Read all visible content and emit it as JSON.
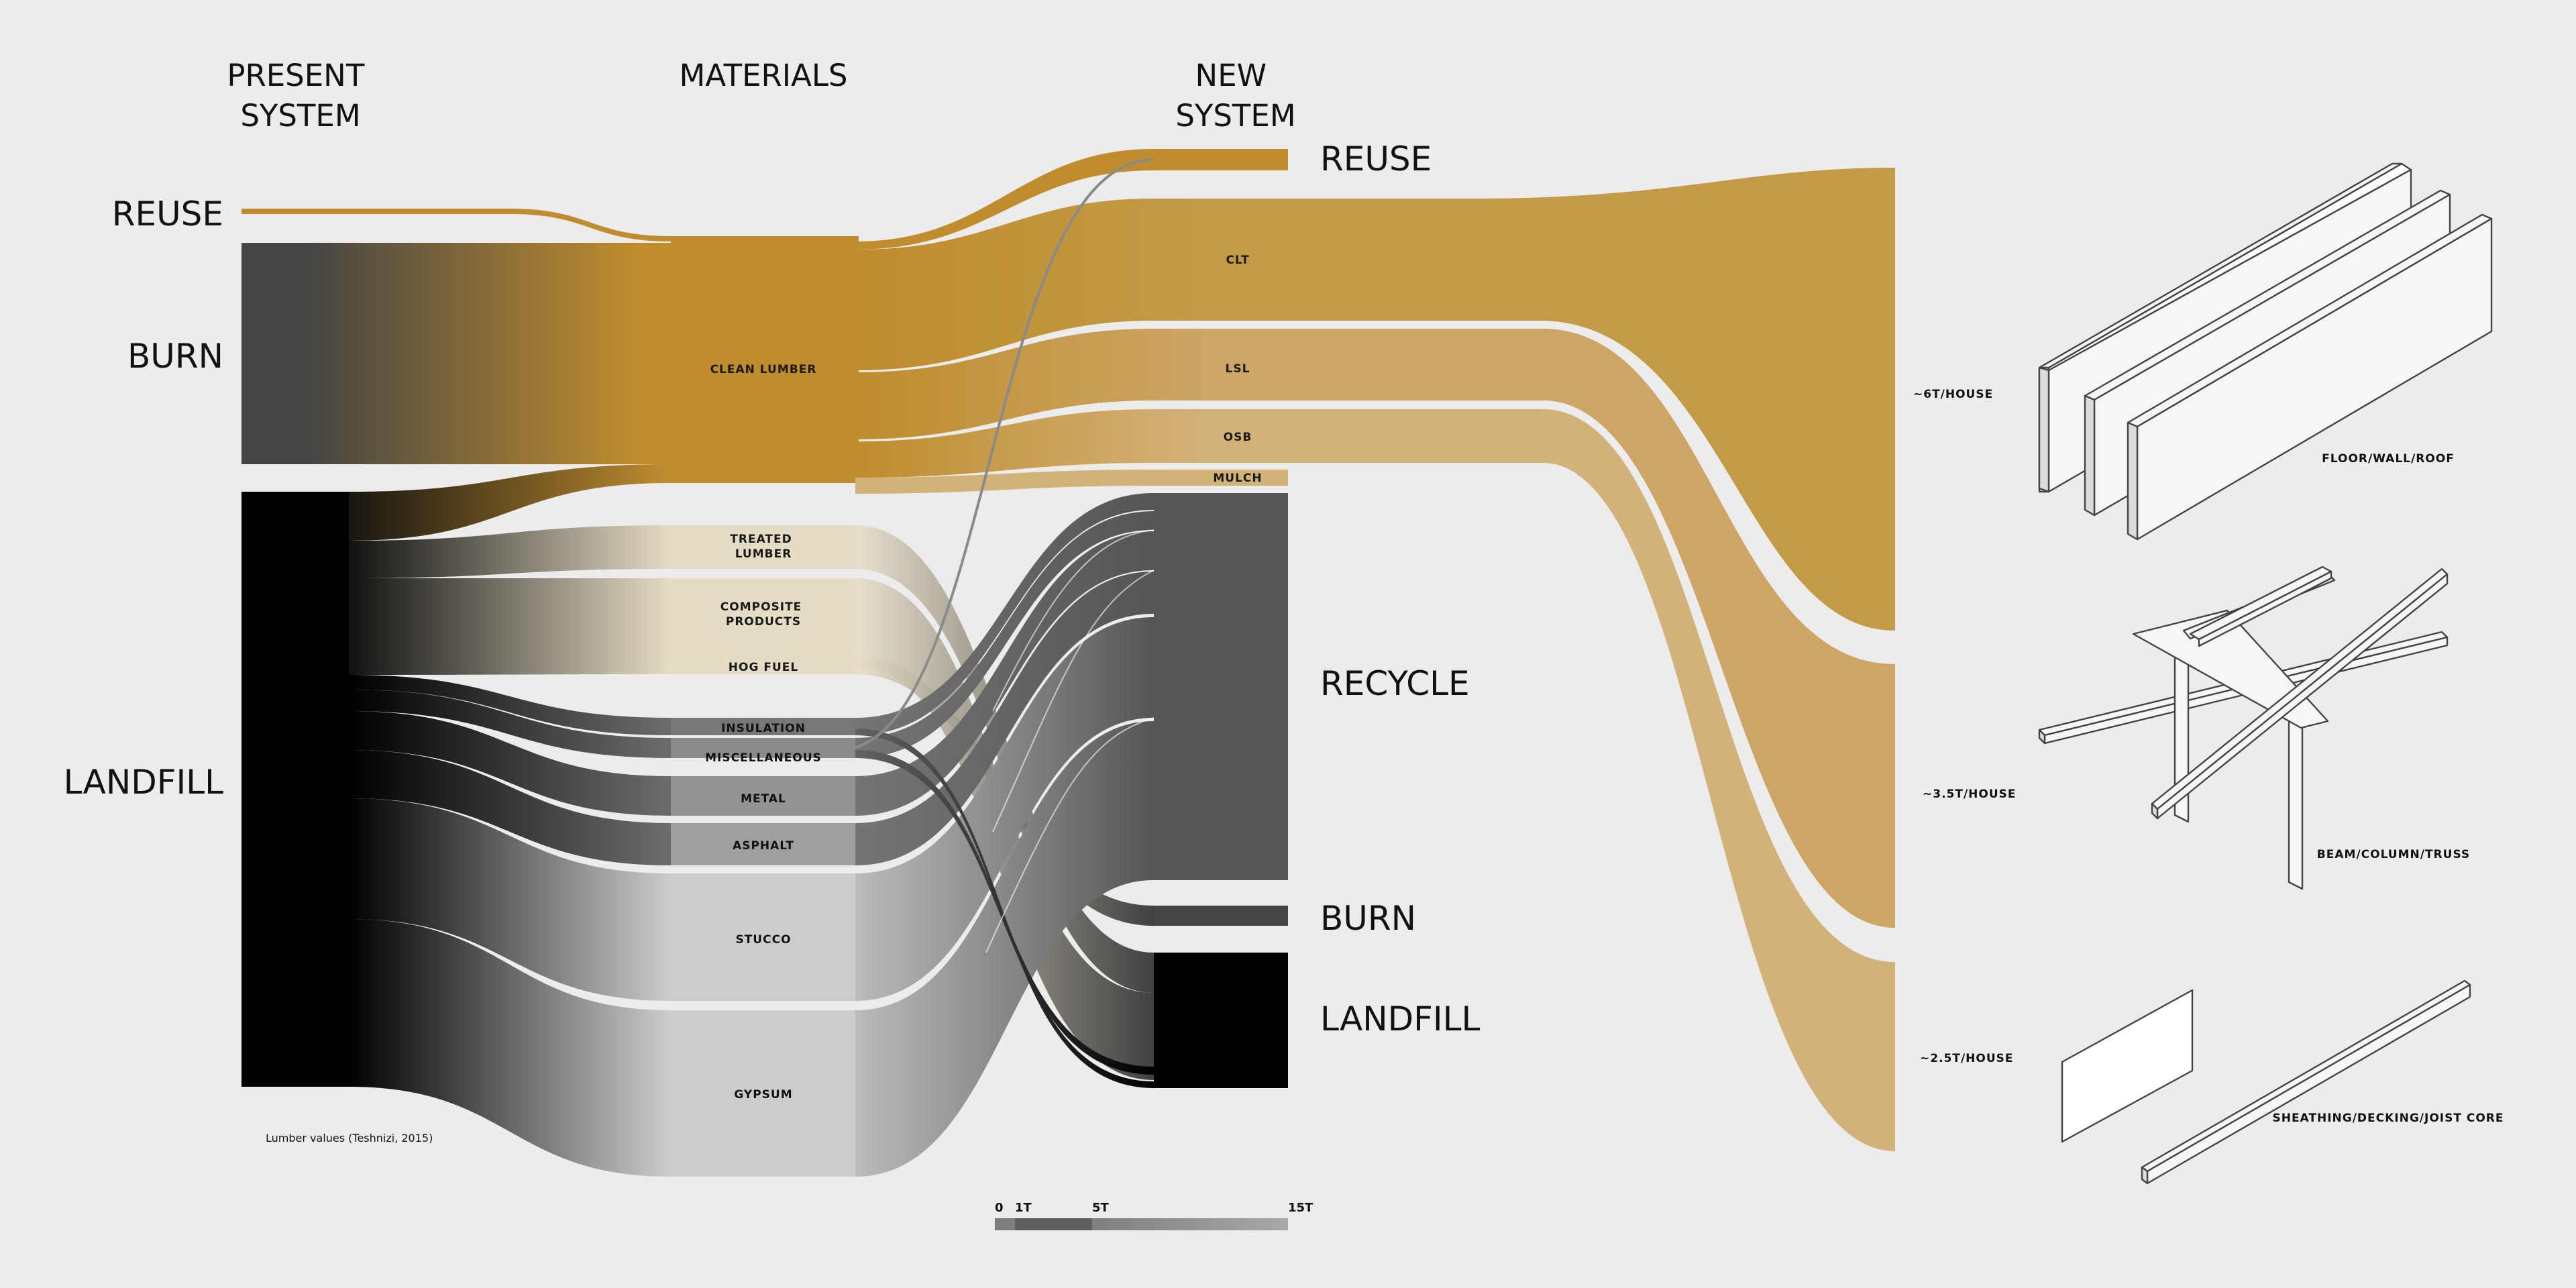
{
  "headers": {
    "present": [
      "PRESENT",
      "SYSTEM"
    ],
    "materials": [
      "MATERIALS"
    ],
    "new": [
      "NEW",
      "SYSTEM"
    ]
  },
  "left_categories": {
    "reuse": "REUSE",
    "burn": "BURN",
    "landfill": "LANDFILL"
  },
  "materials": {
    "clean_lumber": "CLEAN LUMBER",
    "treated_lumber": [
      "TREATED",
      "LUMBER"
    ],
    "composite_products": [
      "COMPOSITE",
      "PRODUCTS"
    ],
    "hog_fuel": "HOG FUEL",
    "insulation": "INSULATION",
    "miscellaneous": "MISCELLANEOUS",
    "metal": "METAL",
    "asphalt": "ASPHALT",
    "stucco": "STUCCO",
    "gypsum": "GYPSUM"
  },
  "engineered_products": {
    "clt": "CLT",
    "lsl": "LSL",
    "osb": "OSB",
    "mulch": "MULCH"
  },
  "right_categories": {
    "reuse": "REUSE",
    "recycle": "RECYCLE",
    "burn": "BURN",
    "landfill": "LANDFILL"
  },
  "outputs": [
    {
      "amount": "~6T/HOUSE",
      "product": "FLOOR/WALL/ROOF"
    },
    {
      "amount": "~3.5T/HOUSE",
      "product": "BEAM/COLUMN/TRUSS"
    },
    {
      "amount": "~2.5T/HOUSE",
      "product": "SHEATHING/DECKING/JOIST CORE"
    }
  ],
  "source_note": "Lumber values (Teshnizi, 2015)",
  "scale_legend": {
    "ticks": [
      "0",
      "1T",
      "5T",
      "15T"
    ],
    "tick_values_t": [
      0,
      1,
      5,
      15
    ]
  },
  "colors": {
    "background": "#ececec",
    "clean_lumber_gold": "#bf8d2e",
    "clt_gold": "#c39a46",
    "lsl_tan": "#cda565",
    "osb_tan": "#d3b27a",
    "light_cream": "#e5dcc5",
    "burn_gray": "#444444",
    "recycle_gray": "#555555",
    "landfill_black": "#000000",
    "light_gray": "#cccccc"
  }
}
